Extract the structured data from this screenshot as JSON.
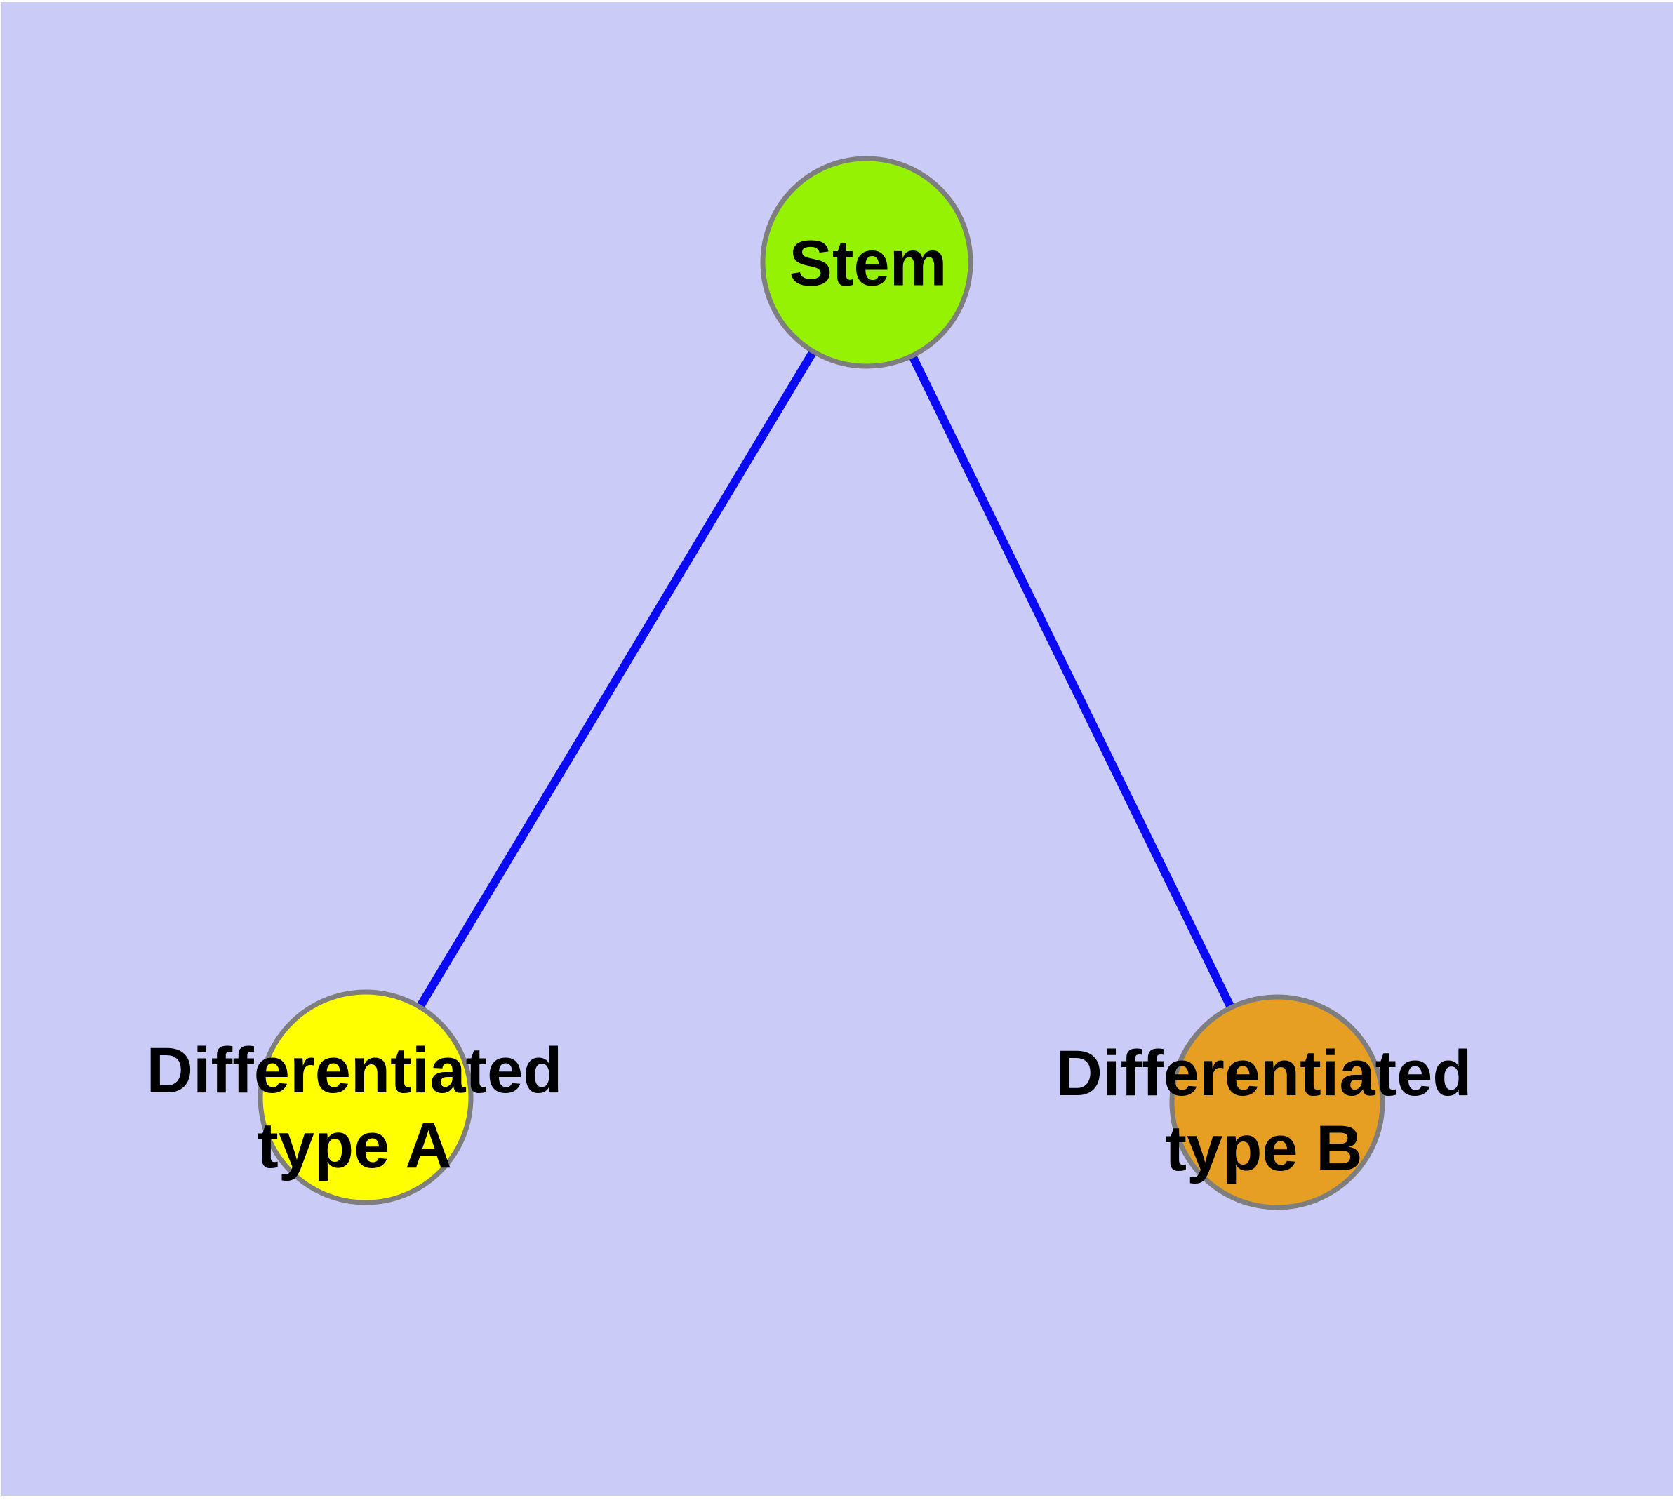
{
  "diagram": {
    "type": "graph",
    "background_color": "#CBCBF8",
    "frame_color": "#FFFFFF",
    "label_color": "#000000",
    "edge_color": "#0A0AF5",
    "edge_width": 12,
    "nodes": [
      {
        "id": "stem",
        "label": "Stem",
        "fill": "#95F202",
        "border_color": "#7E7E7E"
      },
      {
        "id": "differentiated-type-a",
        "label": "Differentiated\ntype A",
        "fill": "#FFFF00",
        "border_color": "#7E7E7E"
      },
      {
        "id": "differentiated-type-b",
        "label": "Differentiated\ntype B",
        "fill": "#E69F22",
        "border_color": "#7E7E7E"
      }
    ],
    "edges": [
      {
        "from": "stem",
        "to": "differentiated-type-a"
      },
      {
        "from": "stem",
        "to": "differentiated-type-b"
      }
    ]
  }
}
